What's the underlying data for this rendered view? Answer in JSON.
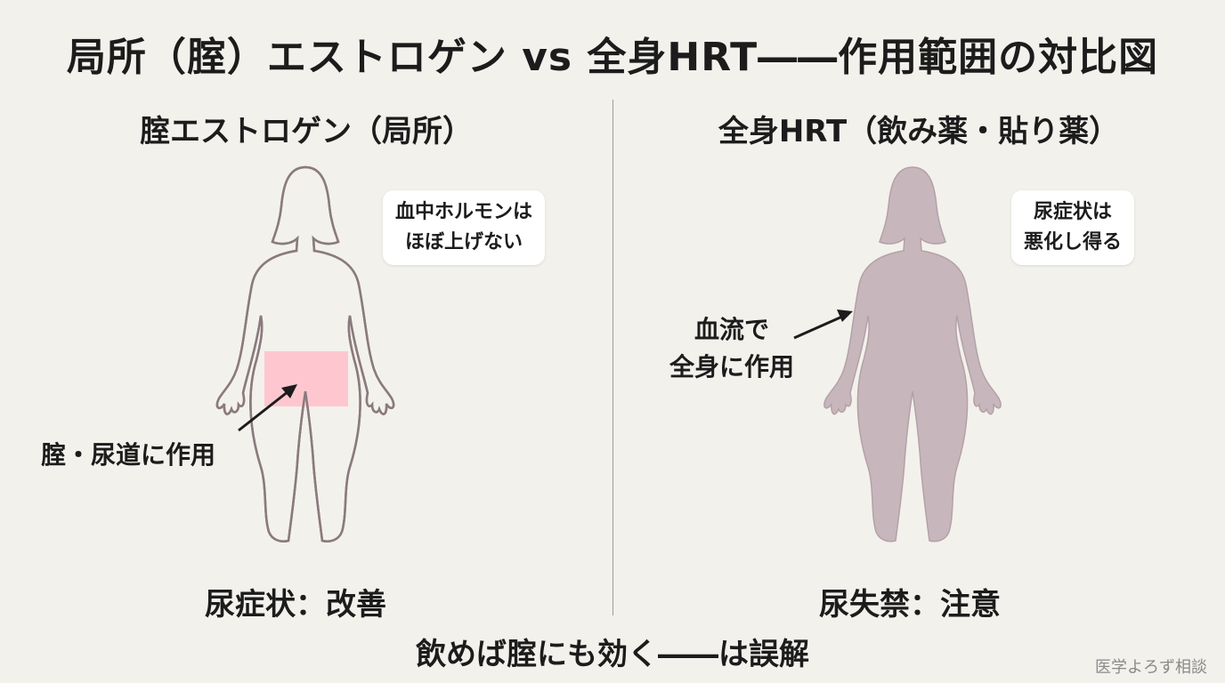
{
  "title": "局所（腟）エストロゲン vs 全身HRT――作用範囲の対比図",
  "left": {
    "heading": "腟エストロゲン（局所）",
    "bubble": [
      "血中ホルモンは",
      "ほぼ上げない"
    ],
    "arrow_label": "腟・尿道に作用",
    "outcome": "尿症状：改善",
    "highlight_color": "#ffc0cb"
  },
  "right": {
    "heading": "全身HRT（飲み薬・貼り薬）",
    "bubble": [
      "尿症状は",
      "悪化し得る"
    ],
    "arrow_label": [
      "血流で",
      "全身に作用"
    ],
    "outcome": "尿失禁：注意",
    "fill_color": "#c8b6bd"
  },
  "bottom_note": "飲めば腟にも効く――は誤解",
  "watermark": "医学よろず相談",
  "colors": {
    "background": "#f3f1ec",
    "outline": "#8a7a7e"
  }
}
